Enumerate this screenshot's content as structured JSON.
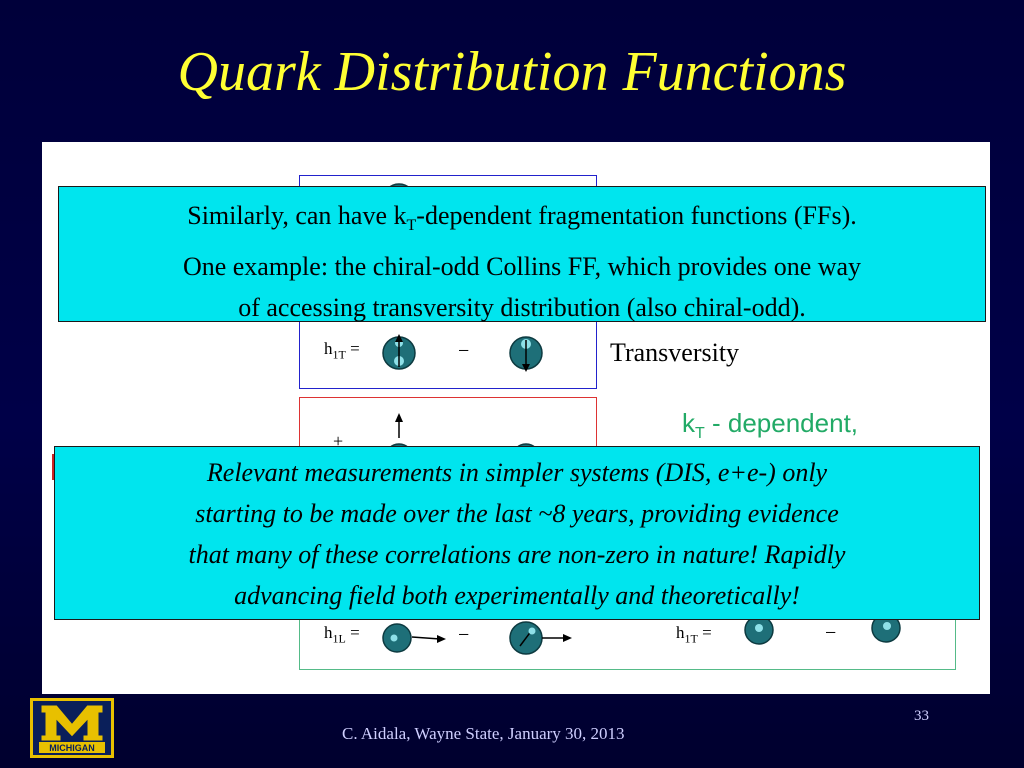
{
  "slide": {
    "title": "Quark Distribution Functions",
    "page_number": "33",
    "footer": "C. Aidala, Wayne State, January 30, 2013"
  },
  "diagram": {
    "h1T_upper": {
      "base": "h",
      "sub": "1T",
      "eq": "="
    },
    "minus": "−",
    "transversity_label": "Transversity",
    "kt_label_base": "k",
    "kt_label_sub": "T",
    "kt_label_rest": " - dependent,",
    "h1L": {
      "base": "h",
      "sub": "1L",
      "eq": "="
    },
    "h1T_lower": {
      "base": "h",
      "sub": "1T",
      "eq": "="
    },
    "plus_mark": "+"
  },
  "callout_top": {
    "line1_pre": "Similarly, can have k",
    "line1_sub": "T",
    "line1_post": "-dependent fragmentation functions (FFs).",
    "line2": "One example: the chiral-odd Collins FF, which provides one way",
    "line3": "of accessing transversity distribution (also chiral-odd)."
  },
  "callout_bottom": {
    "line1": "Relevant measurements in simpler systems (DIS, e+e-) only",
    "line2": "starting to be made over the last ~8 years, providing evidence",
    "line3": "that many of these correlations are non-zero in nature!  Rapidly",
    "line4": "advancing field both experimentally and theoretically!"
  },
  "logo": {
    "text": "MICHIGAN",
    "letter": "M"
  },
  "colors": {
    "title": "#ffff33",
    "callout": "#00e5ee",
    "blue_box": "#2222cc",
    "red_box": "#dd3333",
    "green_box": "#55bb88",
    "kt_text": "#22aa66",
    "quark": "#1e6f78"
  }
}
